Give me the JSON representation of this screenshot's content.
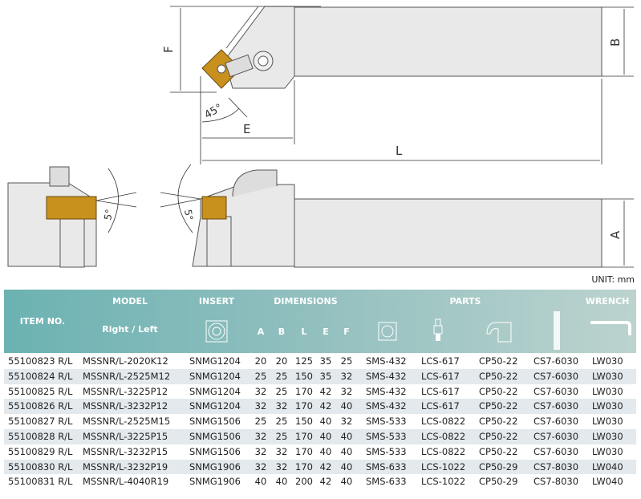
{
  "diagram": {
    "labels": {
      "F": "F",
      "B": "B",
      "E": "E",
      "L": "L",
      "A": "A",
      "angle45": "45°",
      "angle5a": "5°",
      "angle5b": "5°"
    }
  },
  "unit": "UNIT: mm",
  "header": {
    "item_no": "ITEM NO.",
    "model": "MODEL",
    "right_left": "Right / Left",
    "insert": "INSERT",
    "dimensions": "DIMENSIONS",
    "dims": [
      "A",
      "B",
      "L",
      "E",
      "F"
    ],
    "parts": "PARTS",
    "wrench": "WRENCH",
    "icons": [
      "insert-shim-icon",
      "shim-icon",
      "lock-screw-icon",
      "clamp-icon",
      "screw-icon",
      "wrench-icon"
    ]
  },
  "colors": {
    "header_start": "#6cb2b2",
    "header_end": "#bcd3cf",
    "row_alt": "#e3e9ed",
    "insert": "#c8901c"
  },
  "rows": [
    [
      "55100823 R/L",
      "MSSNR/L-2020K12",
      "SNMG1204",
      "20",
      "20",
      "125",
      "35",
      "25",
      "SMS-432",
      "LCS-617",
      "CP50-22",
      "CS7-6030",
      "LW030"
    ],
    [
      "55100824 R/L",
      "MSSNR/L-2525M12",
      "SNMG1204",
      "25",
      "25",
      "150",
      "35",
      "32",
      "SMS-432",
      "LCS-617",
      "CP50-22",
      "CS7-6030",
      "LW030"
    ],
    [
      "55100825 R/L",
      "MSSNR/L-3225P12",
      "SNMG1204",
      "32",
      "25",
      "170",
      "42",
      "32",
      "SMS-432",
      "LCS-617",
      "CP50-22",
      "CS7-6030",
      "LW030"
    ],
    [
      "55100826 R/L",
      "MSSNR/L-3232P12",
      "SNMG1204",
      "32",
      "32",
      "170",
      "42",
      "40",
      "SMS-432",
      "LCS-617",
      "CP50-22",
      "CS7-6030",
      "LW030"
    ],
    [
      "55100827 R/L",
      "MSSNR/L-2525M15",
      "SNMG1506",
      "25",
      "25",
      "150",
      "40",
      "32",
      "SMS-533",
      "LCS-0822",
      "CP50-22",
      "CS7-6030",
      "LW030"
    ],
    [
      "55100828 R/L",
      "MSSNR/L-3225P15",
      "SNMG1506",
      "32",
      "25",
      "170",
      "40",
      "40",
      "SMS-533",
      "LCS-0822",
      "CP50-22",
      "CS7-6030",
      "LW030"
    ],
    [
      "55100829 R/L",
      "MSSNR/L-3232P15",
      "SNMG1506",
      "32",
      "32",
      "170",
      "40",
      "40",
      "SMS-533",
      "LCS-0822",
      "CP50-22",
      "CS7-6030",
      "LW030"
    ],
    [
      "55100830 R/L",
      "MSSNR/L-3232P19",
      "SNMG1906",
      "32",
      "32",
      "170",
      "42",
      "40",
      "SMS-633",
      "LCS-1022",
      "CP50-29",
      "CS7-8030",
      "LW040"
    ],
    [
      "55100831 R/L",
      "MSSNR/L-4040R19",
      "SNMG1906",
      "40",
      "40",
      "200",
      "42",
      "40",
      "SMS-633",
      "LCS-1022",
      "CP50-29",
      "CS7-8030",
      "LW040"
    ]
  ]
}
